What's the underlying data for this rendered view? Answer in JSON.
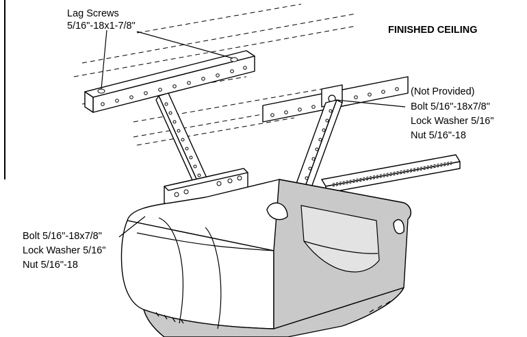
{
  "labels": {
    "lag_screws_title": "Lag Screws",
    "lag_screws_size": "5/16\"-18x1-7/8\"",
    "finished_ceiling": "FINISHED CEILING",
    "right_hardware": {
      "note": "(Not Provided)",
      "bolt": "Bolt 5/16\"-18x7/8\"",
      "lock_washer": "Lock Washer 5/16\"",
      "nut": "Nut 5/16\"-18"
    },
    "left_hardware": {
      "bolt": "Bolt 5/16\"-18x7/8\"",
      "lock_washer": "Lock Washer 5/16\"",
      "nut": "Nut 5/16\"-18"
    }
  },
  "colors": {
    "line": "#000000",
    "motor_shade": "#c9c9c9",
    "background": "#ffffff"
  }
}
